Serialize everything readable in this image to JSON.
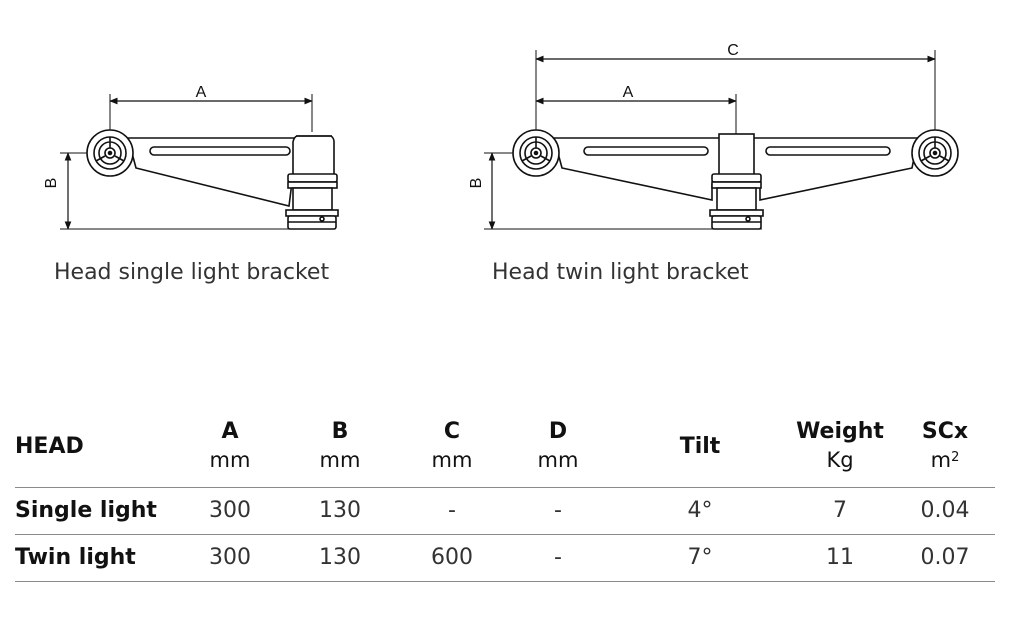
{
  "diagrams": {
    "single": {
      "caption": "Head single light bracket",
      "dim_a_label": "A",
      "dim_b_label": "B"
    },
    "twin": {
      "caption": "Head twin light bracket",
      "dim_a_label": "A",
      "dim_b_label": "B",
      "dim_c_label": "C"
    }
  },
  "table": {
    "headers": {
      "head": "HEAD",
      "a": {
        "name": "A",
        "unit": "mm"
      },
      "b": {
        "name": "B",
        "unit": "mm"
      },
      "c": {
        "name": "C",
        "unit": "mm"
      },
      "d": {
        "name": "D",
        "unit": "mm"
      },
      "tilt": "Tilt",
      "weight": {
        "name": "Weight",
        "unit": "Kg"
      },
      "scx": {
        "name": "SCx",
        "unit_base": "m",
        "unit_sup": "2"
      }
    },
    "rows": [
      {
        "label": "Single light",
        "a": "300",
        "b": "130",
        "c": "-",
        "d": "-",
        "tilt": "4°",
        "weight": "7",
        "scx": "0.04"
      },
      {
        "label": "Twin light",
        "a": "300",
        "b": "130",
        "c": "600",
        "d": "-",
        "tilt": "7°",
        "weight": "11",
        "scx": "0.07"
      }
    ]
  }
}
